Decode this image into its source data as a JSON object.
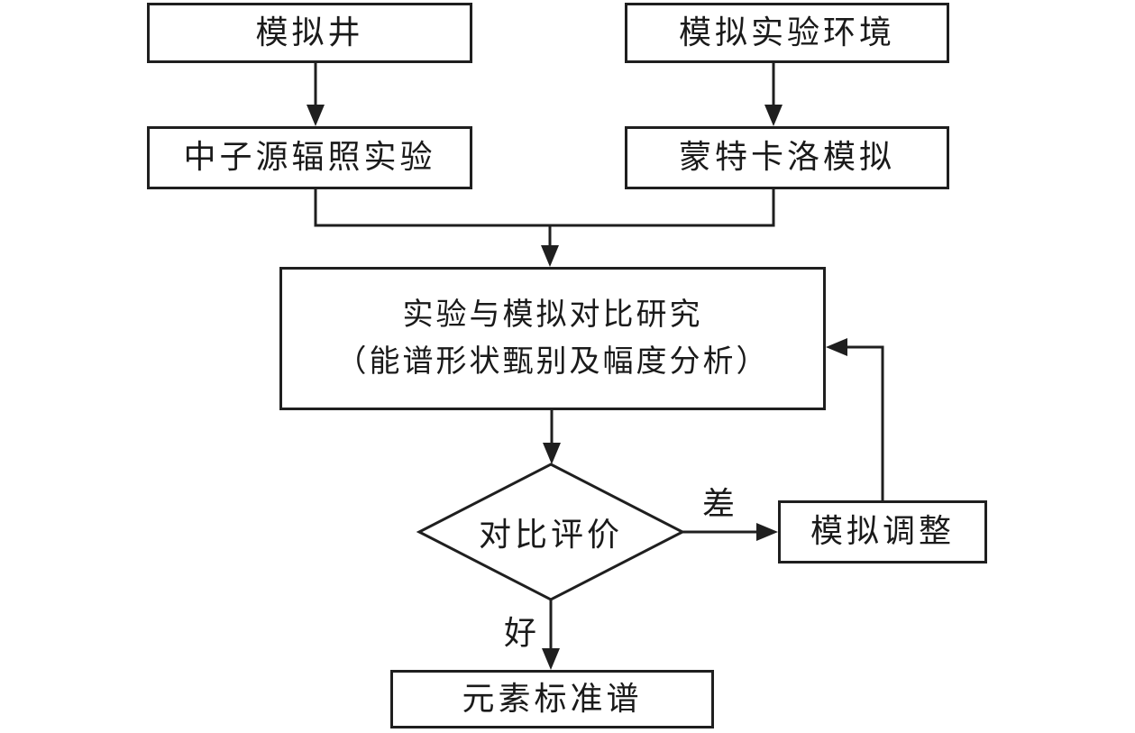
{
  "figure": {
    "type": "flowchart",
    "colors": {
      "background": "#ffffff",
      "stroke": "#1f1f1f",
      "text": "#1a1a1a"
    },
    "nodes": {
      "simulated_well": "模拟井",
      "simulated_lab_environment": "模拟实验环境",
      "neutron_source_irradiation_experiment": "中子源辐照实验",
      "monte_carlo_simulation": "蒙特卡洛模拟",
      "comparison_study_line1": "实验与模拟对比研究",
      "comparison_study_line2": "（能谱形状甄别及幅度分析）",
      "comparison_evaluation": "对比评价",
      "simulation_adjustment": "模拟调整",
      "element_standard_spectrum": "元素标准谱"
    },
    "edge_labels": {
      "poor": "差",
      "good": "好"
    }
  }
}
